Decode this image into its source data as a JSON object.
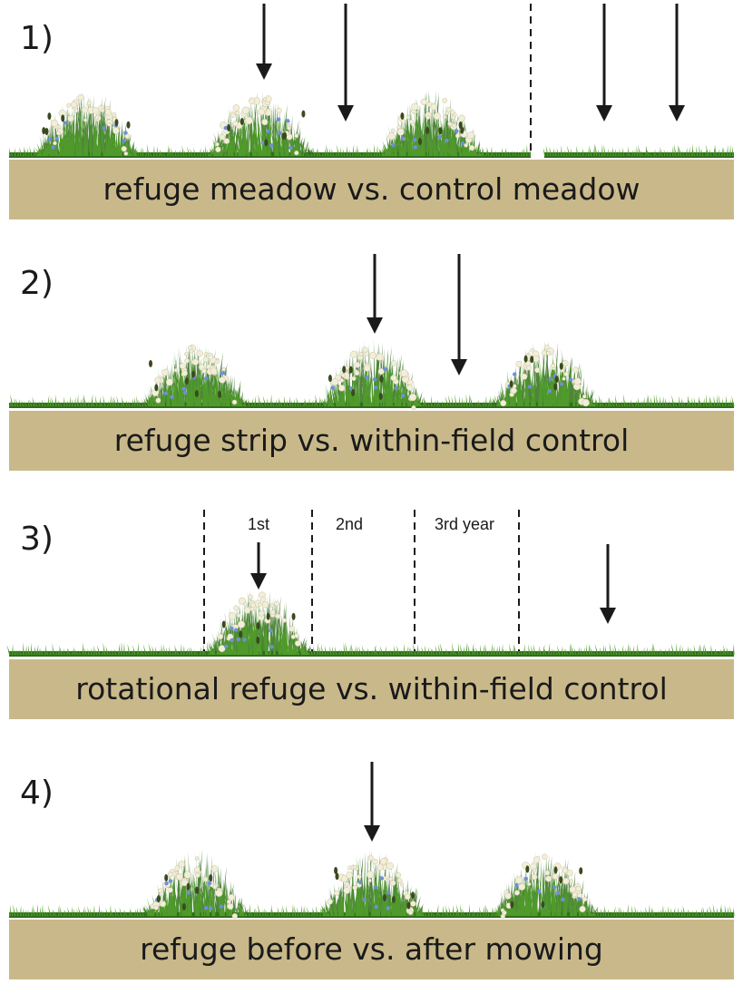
{
  "panels": [
    {
      "number": "1)",
      "caption": "refuge meadow vs. control meadow"
    },
    {
      "number": "2)",
      "caption": "refuge strip vs. within-field control"
    },
    {
      "number": "3)",
      "caption": "rotational refuge vs. within-field control",
      "year_labels": [
        "1st",
        "2nd",
        "3rd year"
      ]
    },
    {
      "number": "4)",
      "caption": "refuge before vs. after mowing"
    }
  ],
  "colors": {
    "ground": "#c9b98a",
    "grass": "#4f9a2a",
    "grass_dark": "#2f6e1a",
    "flower_white": "#f2eed8",
    "flower_blue": "#6f8fd8",
    "arrow": "#1a1a1a"
  }
}
